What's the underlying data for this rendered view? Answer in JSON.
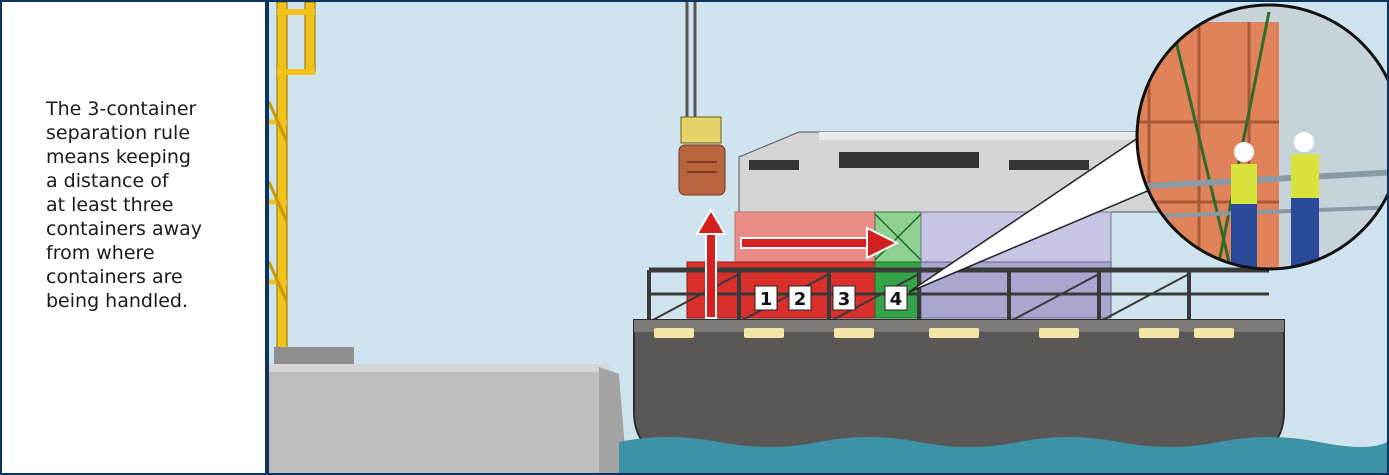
{
  "caption": {
    "lines": [
      "The 3-container",
      "separation rule",
      "means keeping",
      "a distance of",
      "at least three",
      "containers away",
      "from where",
      "containers are",
      "being handled."
    ]
  },
  "diagram": {
    "container_numbers": [
      "1",
      "2",
      "3",
      "4"
    ],
    "colors": {
      "frame": "#0b3560",
      "sky": "#cfe3ee",
      "sea": "#3d93a6",
      "hull": "#5a5856",
      "red_container": "#d9302b",
      "light_red_container": "#ec8c86",
      "green_container": "#36a54a",
      "purple_container": "#a9a6cf",
      "crane": "#f2c21b",
      "arrow": "#d4201f"
    },
    "icons": [
      "crane-icon",
      "spreader-icon",
      "worker-icon",
      "arrow-up-icon",
      "arrow-right-icon"
    ]
  }
}
